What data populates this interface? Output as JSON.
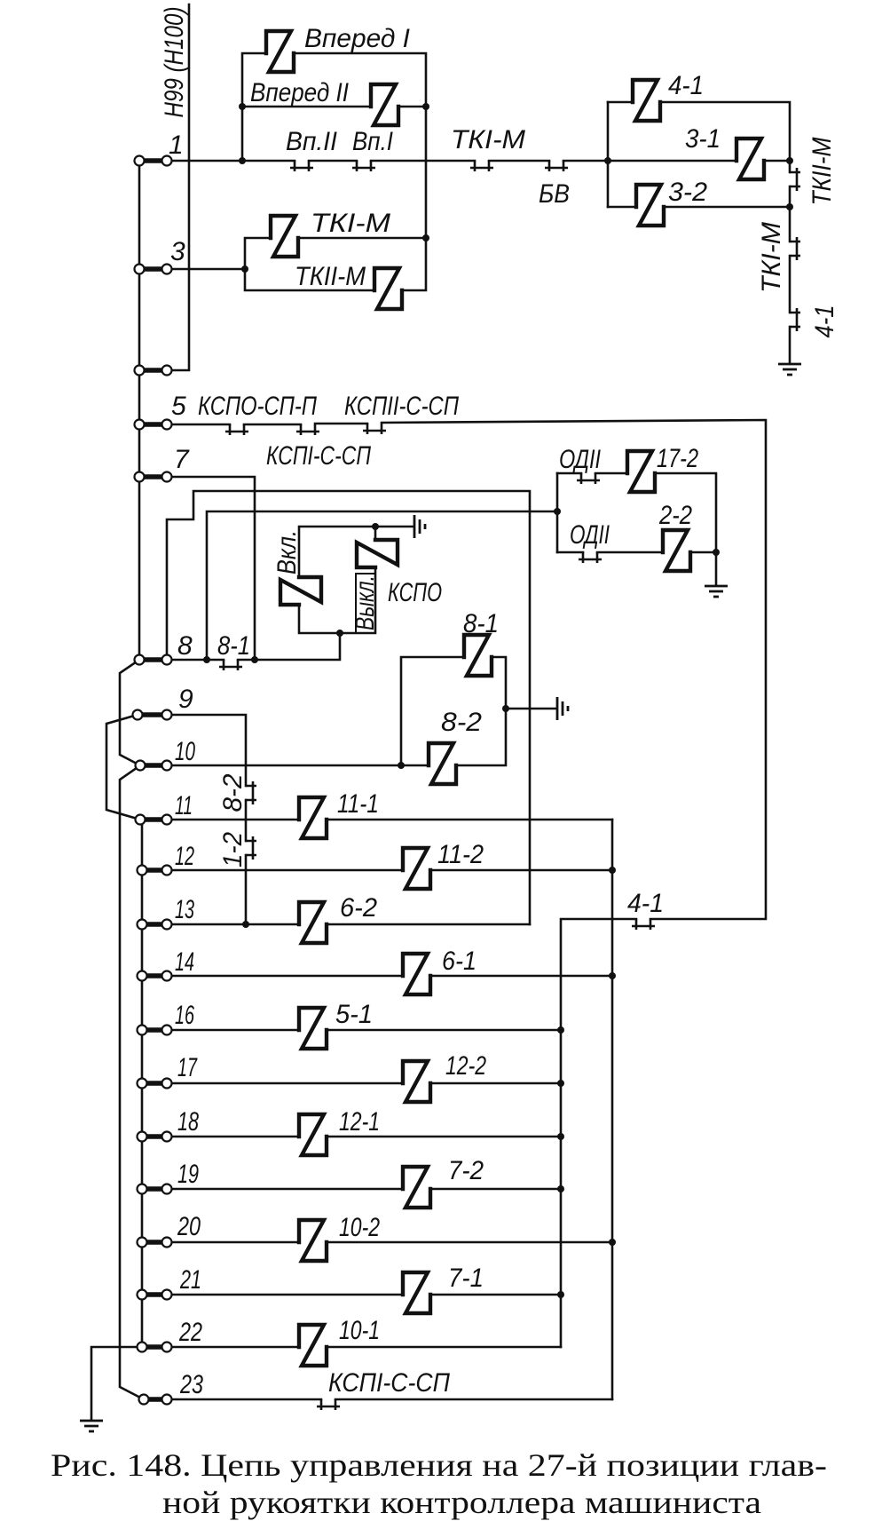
{
  "figure": {
    "bus_label": "Н99 (Н100)",
    "caption": [
      "Рис. 148. Цепь управления на 27-й позиции глав-",
      "ной рукоятки контроллера машиниста"
    ]
  },
  "terminals": [
    "1",
    "3",
    "5",
    "7",
    "8",
    "9",
    "10",
    "11",
    "12",
    "13",
    "14",
    "16",
    "17",
    "18",
    "19",
    "20",
    "21",
    "22",
    "23"
  ],
  "coils": {
    "forward_1": "Вперед I",
    "forward_2": "Вперед II",
    "tk1_m": "ТКI-М",
    "tk2_m": "ТКII-М",
    "c4_1": "4-1",
    "c3_1": "3-1",
    "c3_2": "3-2",
    "c17_2": "17-2",
    "c2_2": "2-2",
    "kspo": "КСПО",
    "kspo_on": "Вкл.",
    "kspo_off": "Выкл.",
    "c8_1": "8-1",
    "c8_2": "8-2",
    "c11_1": "11-1",
    "c11_2": "11-2",
    "c6_2": "6-2",
    "c6_1": "6-1",
    "c5_1": "5-1",
    "c12_2": "12-2",
    "c12_1": "12-1",
    "c7_2": "7-2",
    "c10_2": "10-2",
    "c7_1": "7-1",
    "c10_1": "10-1"
  },
  "contacts": {
    "vp2": "Вп.II",
    "vp1": "Вп.I",
    "tk1_m_row1": "ТКI-М",
    "bv": "БВ",
    "tk2_m_right": "ТКII-М",
    "tk1_m_right": "ТКI-М",
    "c4_1_right": "4-1",
    "kspo_sp_p": "КСПО-СП-П",
    "ksp2_s_sp": "КСПII-С-СП",
    "ksp1_s_sp_row5": "КСПI-С-СП",
    "od2_upper": "ОДII",
    "od2_lower": "ОДII",
    "c8_1_row8": "8-1",
    "c8_2_vert": "8-2",
    "c1_2_vert": "1-2",
    "c4_1_bottom": "4-1",
    "ksp1_s_sp_row23": "КСПI-С-СП"
  }
}
